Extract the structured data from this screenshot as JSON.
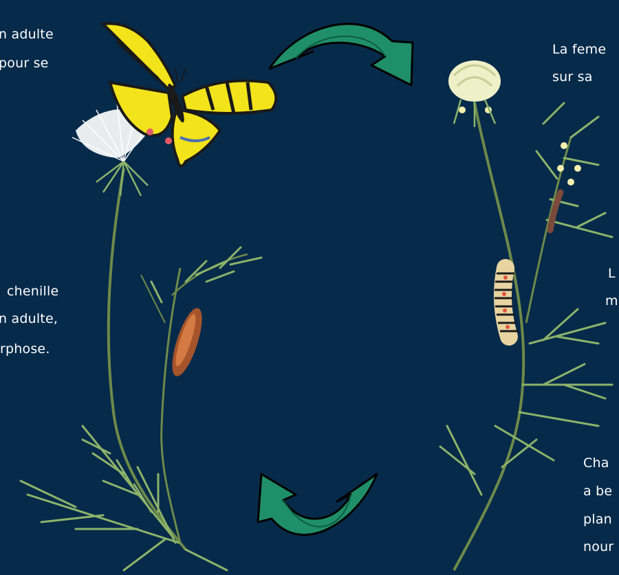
{
  "diagram": {
    "colors": {
      "background": "#062a4a",
      "arrow_fill": "#1f8f6a",
      "arrow_stroke": "#000000",
      "text": "#ffffff",
      "stem": "#6f8a4a",
      "butterfly_yellow": "#f2e31b"
    },
    "texts": {
      "top_left_line1": "n adulte",
      "top_left_line2": "pour se",
      "top_right_line1": "La feme",
      "top_right_line2": "sur sa",
      "mid_left_line1": "chenille",
      "mid_left_line2": "n adulte,",
      "mid_left_line3": "rphose.",
      "mid_right_line1": "L",
      "mid_right_line2": "m",
      "bottom_right_line1": "Cha",
      "bottom_right_line2": "a be",
      "bottom_right_line3": "plan",
      "bottom_right_line4": "nour"
    },
    "icons": [
      "cycle-arrow-top",
      "cycle-arrow-bottom",
      "swallowtail-butterfly",
      "caterpillar",
      "chrysalis",
      "flower-head"
    ]
  }
}
